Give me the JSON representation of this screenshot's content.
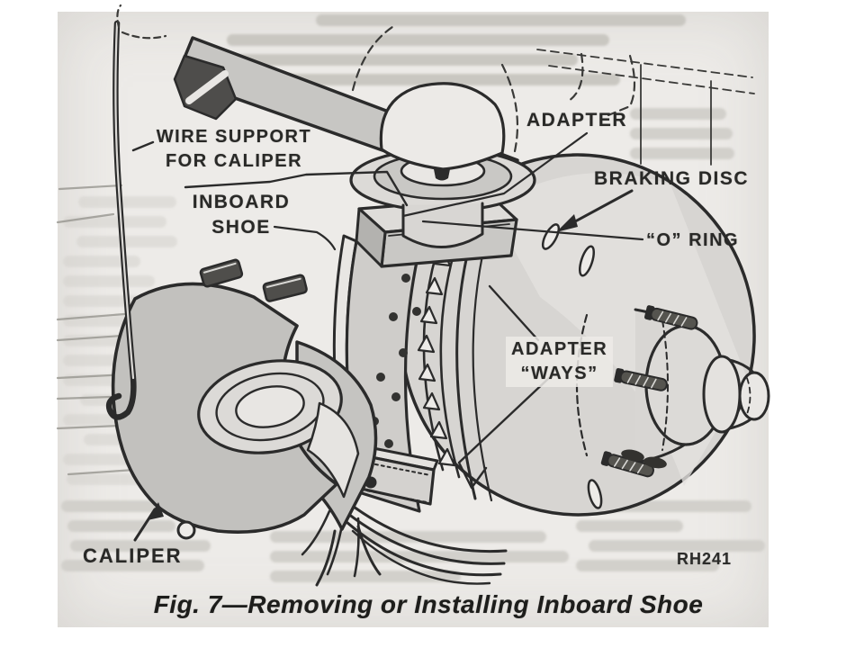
{
  "labels": {
    "wire_support": {
      "line1": "WIRE SUPPORT",
      "line2": "FOR CALIPER"
    },
    "inboard_shoe": {
      "line1": "INBOARD",
      "line2": "SHOE"
    },
    "adapter": "ADAPTER",
    "braking_disc": "BRAKING DISC",
    "o_ring": "“O” RING",
    "adapter_ways": {
      "line1": "ADAPTER",
      "line2": "“WAYS”"
    },
    "caliper": "CALIPER"
  },
  "reference_code": "RH241",
  "caption": "Fig. 7—Removing or Installing Inboard Shoe",
  "colors": {
    "page": "#ffffff",
    "paper": "#edebe8",
    "ink": "#2b2b2b",
    "shade_gray": "#c7c6c3",
    "ghost_text": "#d2d0cb"
  }
}
